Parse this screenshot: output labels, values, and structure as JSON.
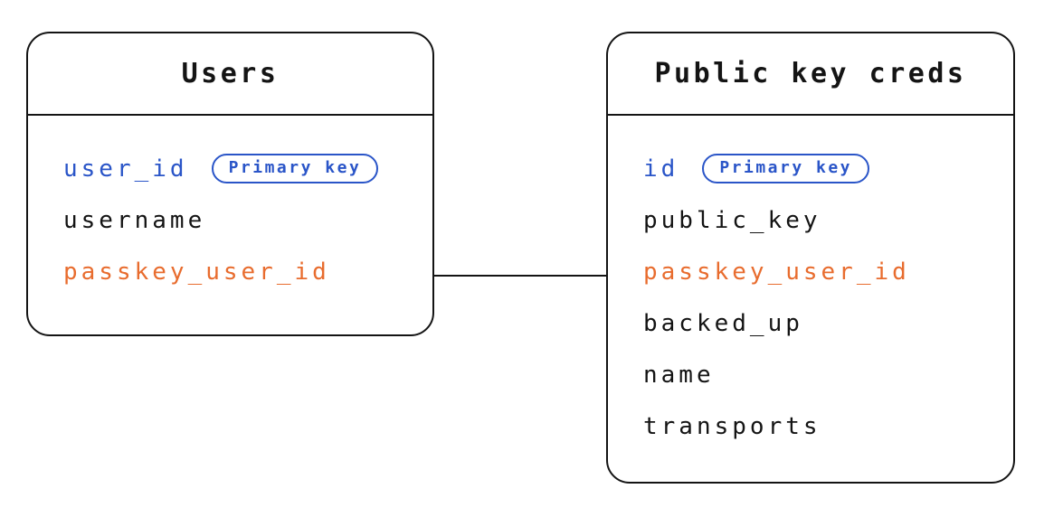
{
  "diagram": {
    "colors": {
      "line": "#141414",
      "primary_key_blue": "#2a55c8",
      "foreign_key_orange": "#e86c2e",
      "background": "#ffffff"
    },
    "connector": {
      "from_table": "Users",
      "from_field": "passkey_user_id",
      "to_table": "Public key creds",
      "to_field": "passkey_user_id"
    },
    "tables": [
      {
        "title": "Users",
        "fields": [
          {
            "name": "user_id",
            "color": "blue",
            "badge": "Primary key"
          },
          {
            "name": "username",
            "color": "black"
          },
          {
            "name": "passkey_user_id",
            "color": "orange"
          }
        ]
      },
      {
        "title": "Public key creds",
        "fields": [
          {
            "name": "id",
            "color": "blue",
            "badge": "Primary key"
          },
          {
            "name": "public_key",
            "color": "black"
          },
          {
            "name": "passkey_user_id",
            "color": "orange"
          },
          {
            "name": "backed_up",
            "color": "black"
          },
          {
            "name": "name",
            "color": "black"
          },
          {
            "name": "transports",
            "color": "black"
          }
        ]
      }
    ]
  }
}
